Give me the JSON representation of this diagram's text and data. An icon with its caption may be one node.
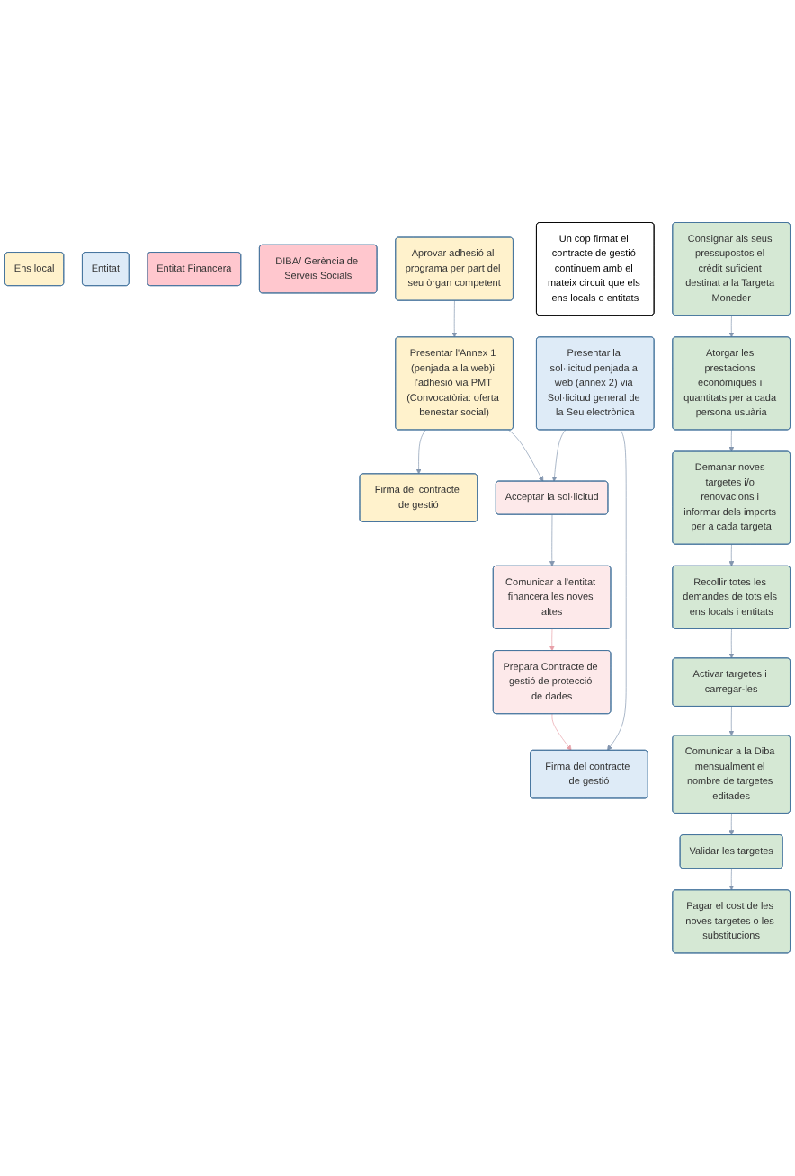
{
  "diagram": {
    "nodes": [
      {
        "text": [
          "Ens local"
        ]
      },
      {
        "text": [
          "Entitat"
        ]
      },
      {
        "text": [
          "Entitat Financera"
        ]
      },
      {
        "text": [
          "DIBA/ Gerència de Serveis Socials"
        ]
      },
      {
        "text": [
          "Aprovar adhesió al programa per part del seu òrgan competent"
        ]
      },
      {
        "text": [
          "Presentar l'Annex 1 (penjada a la web)i l'adhesió via PMT (Convocatòria: oferta benestar social)"
        ]
      },
      {
        "text": [
          "Firma del contracte de gestió"
        ]
      },
      {
        "text": [
          "Presentar la sol·licitud penjada a web (annex 2) via Sol·licitud general de la Seu electrònica"
        ]
      },
      {
        "text": [
          "Firma del contracte de gestió"
        ]
      },
      {
        "text": [
          "Acceptar la sol·licitud"
        ]
      },
      {
        "text": [
          "Comunicar a l'entitat financera les noves altes"
        ]
      },
      {
        "text": [
          "Prepara Contracte de gestió de protecció de dades"
        ]
      },
      {
        "text": [
          "Un cop firmat el contracte de gestió continuem amb el mateix circuit que els ens locals o entitats"
        ]
      },
      {
        "text": [
          "Consignar als seus pressupostos el crèdit suficient destinat a la Targeta Moneder"
        ]
      },
      {
        "text": [
          "Atorgar les prestacions econòmiques i quantitats per a cada persona usuària"
        ]
      },
      {
        "text": [
          "Demanar noves targetes i/o renovacions i informar dels imports per a cada targeta"
        ]
      },
      {
        "text": [
          "Recollir totes les demandes de tots els ens locals i entitats"
        ]
      },
      {
        "text": [
          "Activar targetes i carregar-les"
        ]
      },
      {
        "text": [
          "Comunicar a la Diba mensualment el nombre de targetes editades"
        ]
      },
      {
        "text": [
          "Validar les targetes"
        ]
      },
      {
        "text": [
          "Pagar el cost de les noves targetes o les substitucions"
        ]
      }
    ],
    "edges": [
      {
        "from": 4,
        "to": 5,
        "arrow": "to"
      },
      {
        "from": 5,
        "to": 6,
        "arrow": "to"
      },
      {
        "from": 7,
        "to": 9,
        "arrow": "to"
      },
      {
        "from": 5,
        "to": 9,
        "arrow": "to"
      },
      {
        "from": 7,
        "to": 8,
        "arrow": "to"
      },
      {
        "from": 9,
        "to": 10,
        "arrow": "to"
      },
      {
        "from": 10,
        "to": 11,
        "arrow": "to",
        "color": "#e8a0a8"
      },
      {
        "from": 11,
        "to": 8,
        "arrow": "to",
        "color": "#e8a0a8"
      },
      {
        "from": 13,
        "to": 14,
        "arrow": "to"
      },
      {
        "from": 14,
        "to": 15,
        "arrow": "to"
      },
      {
        "from": 15,
        "to": 16,
        "arrow": "to"
      },
      {
        "from": 16,
        "to": 17,
        "arrow": "to"
      },
      {
        "from": 17,
        "to": 18,
        "arrow": "to"
      },
      {
        "from": 18,
        "to": 19,
        "arrow": "to"
      },
      {
        "from": 19,
        "to": 20,
        "arrow": "to"
      }
    ]
  }
}
